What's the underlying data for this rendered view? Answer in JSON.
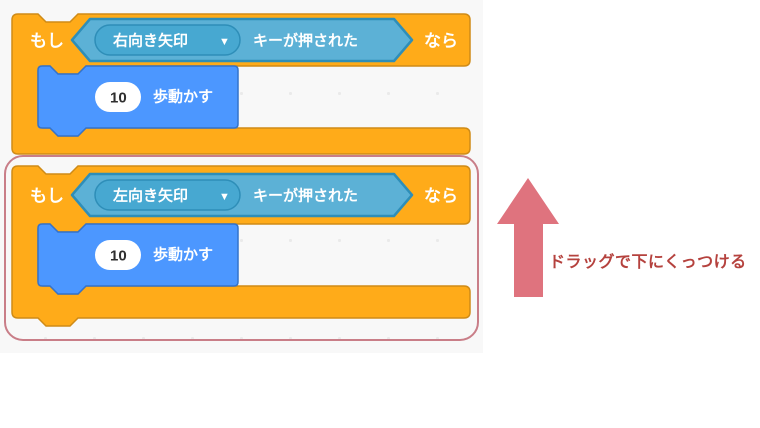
{
  "colors": {
    "control_block": "#FFAB19",
    "control_block_border": "#CF8B17",
    "sensing_block": "#5CB1D6",
    "sensing_block_border": "#2E8EB8",
    "sensing_dropdown": "#47A8D1",
    "motion_block": "#4C97FF",
    "motion_block_border": "#3373CC",
    "number_input_bg": "#FFFFFF",
    "block_text": "#FFFFFF",
    "annotation_arrow": "#DF737E",
    "annotation_text": "#B5423E",
    "highlight_outline": "#C97E88",
    "workspace_bg": "#F8F8F8"
  },
  "workspace": {
    "blocks": [
      {
        "kind": "if-then",
        "highlighted": false,
        "if_label": "もし",
        "then_label": "なら",
        "condition": {
          "dropdown_value": "右向き矢印",
          "dropdown_arrow": "▼",
          "suffix_label": "キーが押された"
        },
        "body": {
          "steps_value": "10",
          "move_label": "歩動かす"
        }
      },
      {
        "kind": "if-then",
        "highlighted": true,
        "if_label": "もし",
        "then_label": "なら",
        "condition": {
          "dropdown_value": "左向き矢印",
          "dropdown_arrow": "▼",
          "suffix_label": "キーが押された"
        },
        "body": {
          "steps_value": "10",
          "move_label": "歩動かす"
        }
      }
    ]
  },
  "annotation": {
    "text": "ドラッグで下にくっつける"
  }
}
